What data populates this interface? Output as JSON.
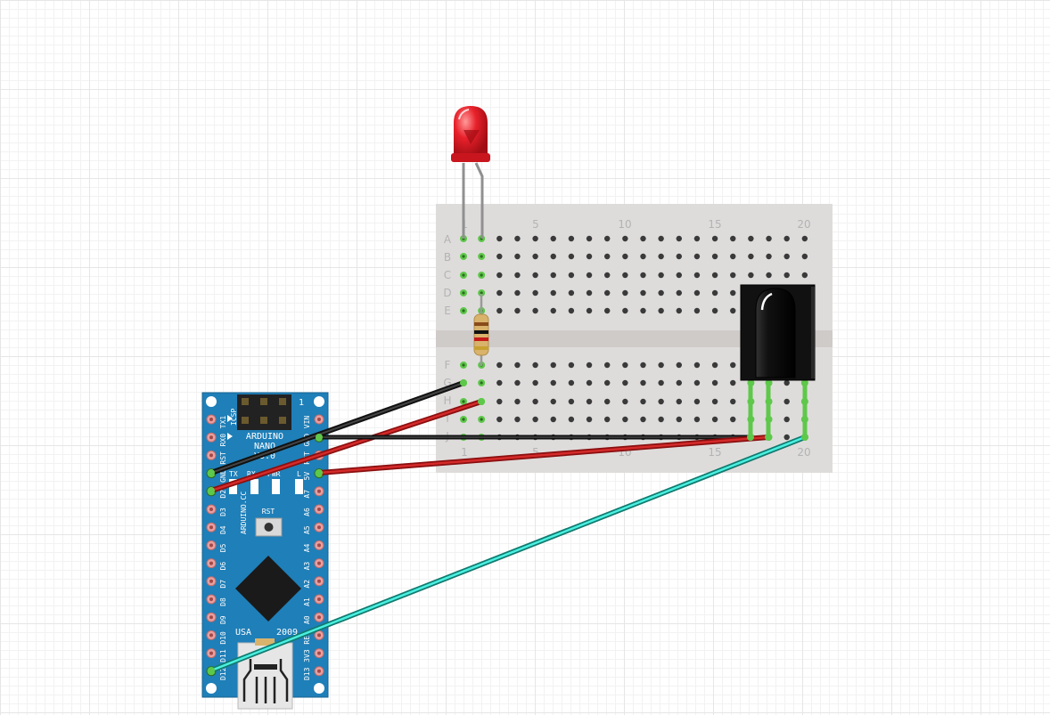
{
  "breadboard": {
    "column_numbers": [
      "1",
      "5",
      "10",
      "15",
      "20"
    ],
    "top_rows": [
      "A",
      "B",
      "C",
      "D",
      "E"
    ],
    "bottom_rows": [
      "F",
      "G",
      "H",
      "I",
      "J"
    ]
  },
  "arduino": {
    "title_line1": "ARDUINO",
    "title_line2": "NANO",
    "title_line3": "V3.0",
    "icsp_label": "ICSP",
    "rst_label": "RST",
    "usa_label": "USA",
    "year_label": "2009",
    "cc_label": "ARDUINO.CC",
    "icsp_marker": "1",
    "left_pins": [
      "TX1",
      "RX0",
      "RST",
      "GND",
      "D2",
      "D3",
      "D4",
      "D5",
      "D6",
      "D7",
      "D8",
      "D9",
      "D10",
      "D11",
      "D12"
    ],
    "right_pins": [
      "VIN",
      "GND",
      "RST",
      "5V",
      "A7",
      "A6",
      "A5",
      "A4",
      "A3",
      "A2",
      "A1",
      "A0",
      "REF",
      "3V3",
      "D13"
    ],
    "led_labels": [
      "TX",
      "RX",
      "PWR",
      "L"
    ]
  },
  "colors": {
    "board_blue": "#1f7fb8",
    "wire_black": "#222222",
    "wire_red": "#c41a1a",
    "wire_cyan": "#34e0d0",
    "led_red": "#e8212b",
    "sensor_black": "#111111",
    "pin_highlight": "#5ec84a"
  }
}
